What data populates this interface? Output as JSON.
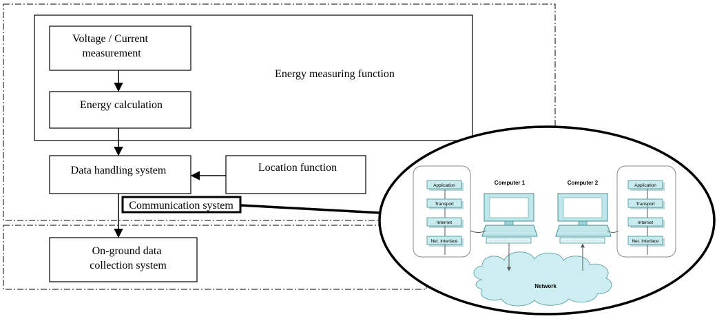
{
  "diagram": {
    "blocks": {
      "voltage_current": [
        "Voltage / Current",
        "measurement"
      ],
      "energy_calculation": "Energy calculation",
      "energy_measuring_function": "Energy measuring function",
      "data_handling": "Data handling system",
      "location_function": "Location function",
      "communication_system": "Communication system",
      "on_ground": [
        "On-ground data",
        "collection system"
      ]
    },
    "network_inset": {
      "computer1": "Computer 1",
      "computer2": "Computer 2",
      "network": "Network",
      "layers_left": [
        "Application",
        "Transport",
        "Internet",
        "Net. Interface"
      ],
      "layers_right": [
        "Application",
        "Transport",
        "Internet",
        "Net. Interface"
      ]
    },
    "colors": {
      "line": "#000000",
      "layer_fill": "#c9ebee",
      "layer_stroke": "#3f8f96",
      "monitor_fill": "#bfe7ea",
      "cloud_fill": "#cdeef0"
    }
  }
}
